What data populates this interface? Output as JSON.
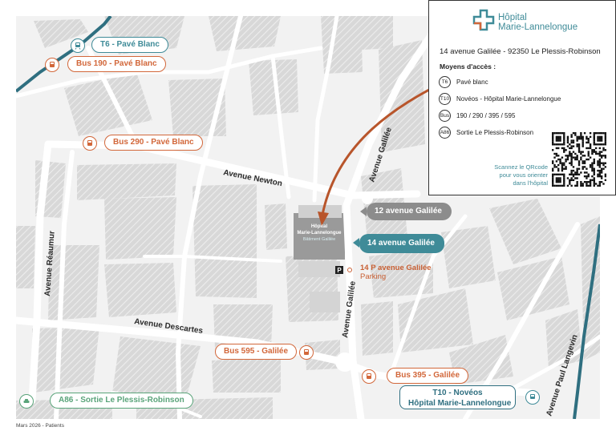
{
  "roads": {
    "avenue_newton": "Avenue Newton",
    "avenue_galilee_north": "Avenue Galilée",
    "avenue_galilee_south": "Avenue Galilée",
    "avenue_reaumur": "Avenue Réaumur",
    "avenue_descartes": "Avenue Descartes",
    "avenue_paul_langevin": "Avenue Paul Langevin"
  },
  "hospital_block": {
    "line1": "Hôpital",
    "line2": "Marie-Lannelongue",
    "line3": "Bâtiment Galilée"
  },
  "building_12_label": "Hôpital\nMarie-Lannelongue",
  "transit": {
    "t6": "T6 - Pavé Blanc",
    "bus190": "Bus 190 - Pavé Blanc",
    "bus290": "Bus 290 - Pavé Blanc",
    "bus595": "Bus 595 - Galilée",
    "bus395": "Bus 395 - Galilée",
    "t10_line1": "T10 - Novéos",
    "t10_line2": "Hôpital Marie-Lannelongue",
    "a86": "A86 - Sortie Le Plessis-Robinson"
  },
  "addresses": {
    "addr12": "12 avenue Galilée",
    "addr14": "14 avenue Galilée",
    "addr14p": "14 P avenue Galilée",
    "parking": "Parking",
    "parking_symbol": "P"
  },
  "info": {
    "logo_line1": "Hôpital",
    "logo_line2": "Marie-Lannelongue",
    "address": "14 avenue Galilée - 92350 Le Plessis-Robinson",
    "access_title": "Moyens d'accès :",
    "rows": [
      {
        "badge": "T6",
        "text": "Pavé blanc"
      },
      {
        "badge": "T10",
        "text": "Novéos - Hôpital Marie-Lannelongue"
      },
      {
        "badge": "Bus",
        "text": "190 / 290 / 395 / 595"
      },
      {
        "badge": "A86",
        "text": "Sortie Le Plessis-Robinson"
      }
    ],
    "scan_line1": "Scannez le QRcode",
    "scan_line2": "pour vous orienter",
    "scan_line3": "dans l'hôpital"
  },
  "footer": "Mars 2026 - Patients",
  "colors": {
    "orange": "#d2673a",
    "teal": "#3f8b98",
    "green": "#5aa47a",
    "arrow": "#b8552b",
    "grey_flag": "#8c8c8c"
  },
  "icons": [
    "tram-icon",
    "bus-icon",
    "car-icon",
    "parking-icon",
    "qr-code",
    "hospital-logo-icon"
  ]
}
